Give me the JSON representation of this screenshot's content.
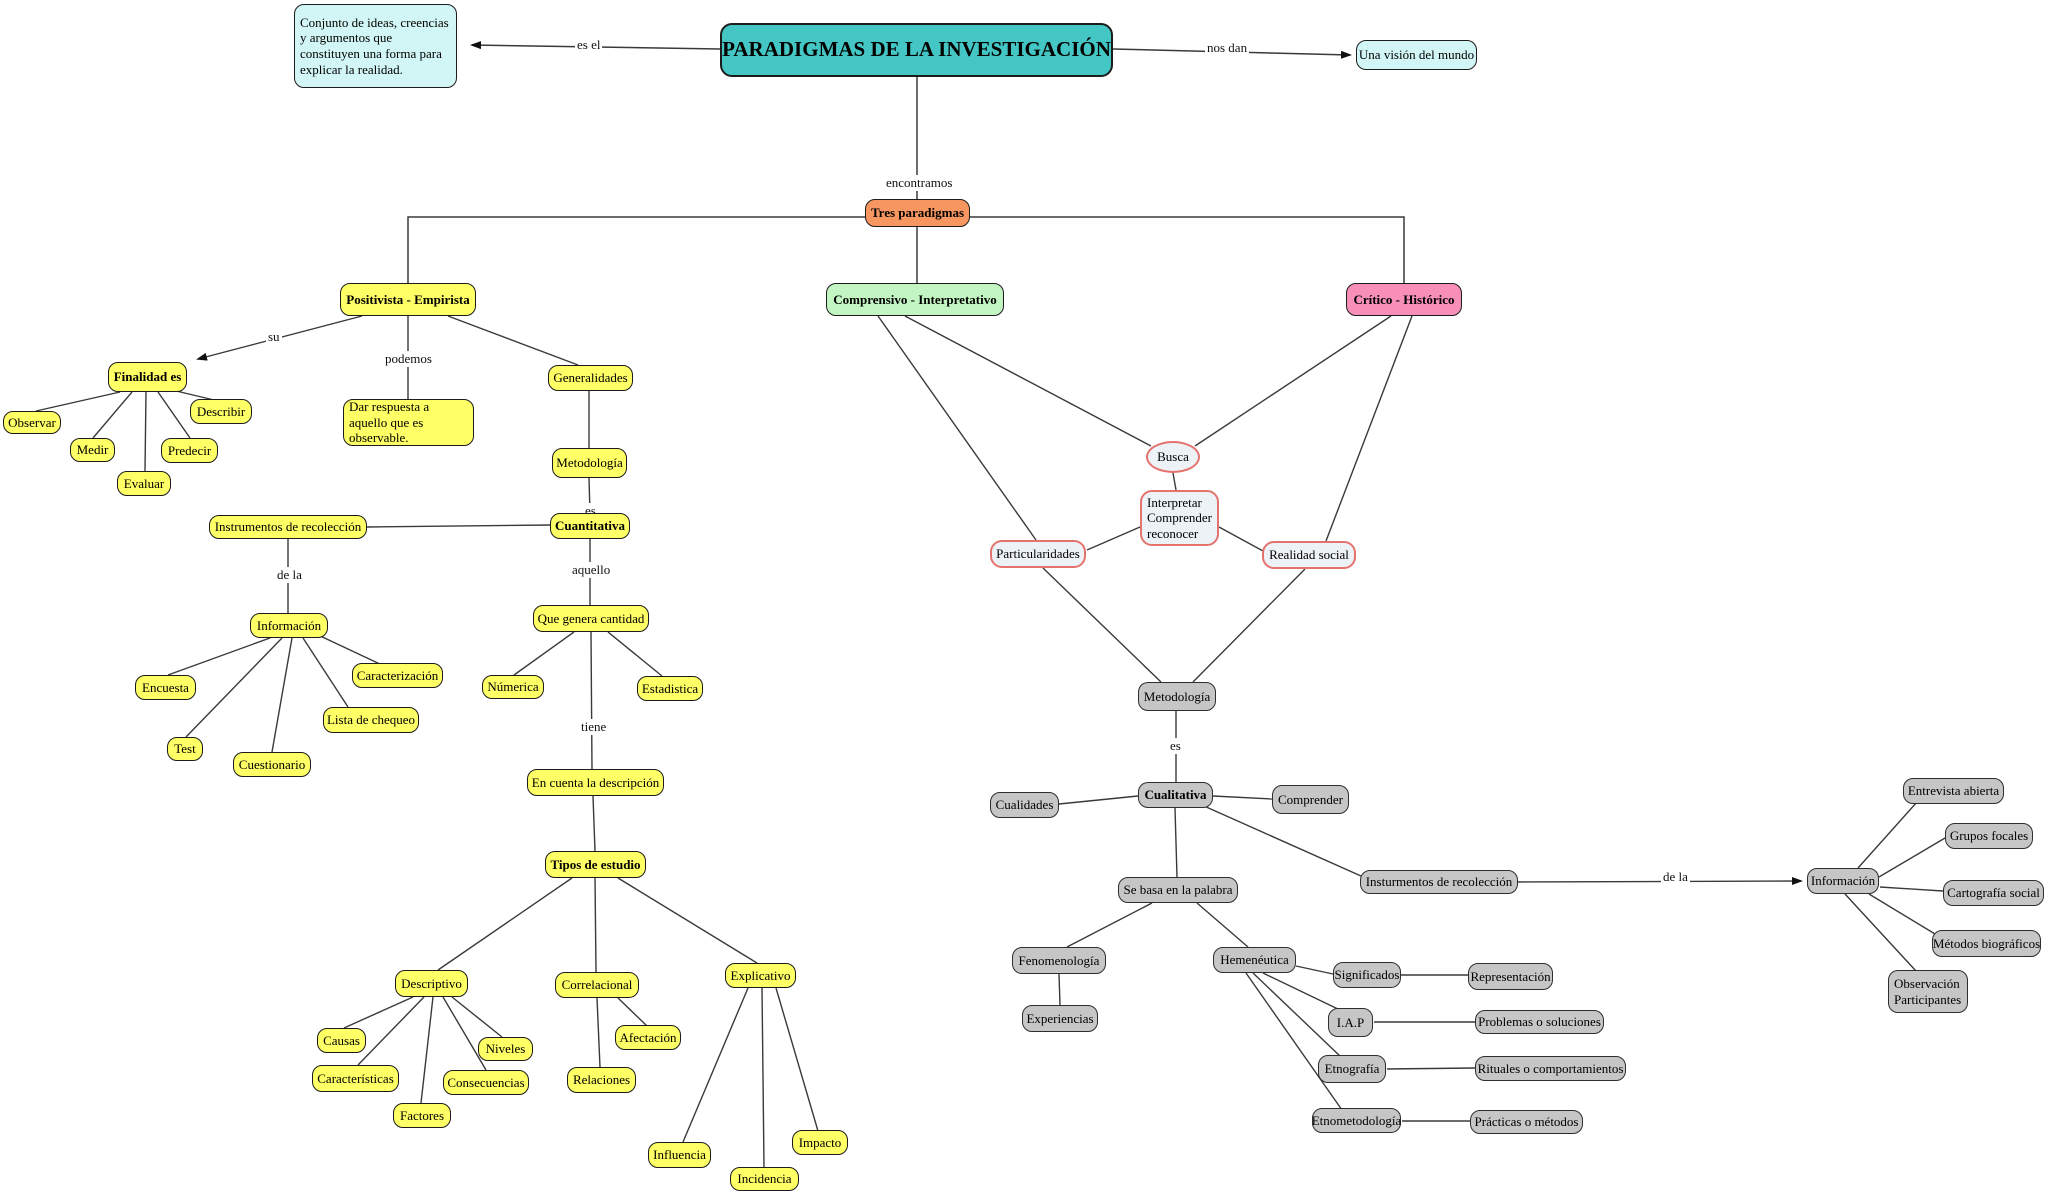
{
  "palette": {
    "teal": "#44C7C4",
    "pale_cyan": "#D2F6F6",
    "orange": "#F79660",
    "yellow": "#FFFF66",
    "green": "#C2F5C2",
    "pink": "#F88FB9",
    "gray": "#C6C6C6",
    "red_outline": "#E4736E",
    "red_outline_fill": "#EDF2F6"
  },
  "labels": {
    "es_el": "es el",
    "nos_dan": "nos dan",
    "encontramos": "encontramos",
    "su": "su",
    "podemos": "podemos",
    "es_generalidades": "es",
    "de_la_izq": "de la",
    "aquello": "aquello",
    "tiene": "tiene",
    "es_cualitativa": "es",
    "de_la_der": "de la"
  },
  "nodes": {
    "definicion": "Conjunto de ideas, creencias y argumentos que constituyen una forma para explicar la realidad.",
    "titulo": "PARADIGMAS DE LA INVESTIGACIÓN",
    "vision": "Una visión del mundo",
    "tres_paradigmas": "Tres paradigmas",
    "positivista": "Positivista - Empirista",
    "comprensivo": "Comprensivo - Interpretativo",
    "critico": "Crítico - Histórico",
    "finalidad": "Finalidad es",
    "observar": "Observar",
    "medir": "Medir",
    "evaluar": "Evaluar",
    "predecir": "Predecir",
    "describir": "Describir",
    "dar_respuesta": "Dar respuesta a aquello que es observable.",
    "generalidades": "Generalidades",
    "metodologia_amarilla": "Metodología",
    "cuantitativa": "Cuantitativa",
    "instrumentos": "Instrumentos de recolección",
    "informacion_izq": "Información",
    "encuesta": "Encuesta",
    "test": "Test",
    "cuestionario": "Cuestionario",
    "lista_chequeo": "Lista de chequeo",
    "caracterizacion": "Caracterización",
    "que_genera": "Que genera cantidad",
    "numerica": "Númerica",
    "estadistica": "Estadistica",
    "en_cuenta": "En cuenta la descripción",
    "tipos_estudio": "Tipos de estudio",
    "descriptivo": "Descriptivo",
    "causas": "Causas",
    "caracteristicas": "Características",
    "factores": "Factores",
    "consecuencias": "Consecuencias",
    "niveles": "Niveles",
    "correlacional": "Correlacional",
    "afectacion": "Afectación",
    "relaciones": "Relaciones",
    "explicativo": "Explicativo",
    "influencia": "Influencia",
    "incidencia": "Incidencia",
    "impacto": "Impacto",
    "busca": "Busca",
    "interpretar": "Interpretar\nComprender\nreconocer",
    "particularidades": "Particularidades",
    "realidad_social": "Realidad social",
    "metodologia_gris": "Metodología",
    "cualitativa": "Cualitativa",
    "cualidades": "Cualidades",
    "comprender": "Comprender",
    "se_basa": "Se basa en la palabra",
    "insturmentos": "Insturmentos de recolección",
    "fenomenologia": "Fenomenología",
    "experiencias": "Experiencias",
    "hemeneutica": "Hemenéutica",
    "significados": "Significados",
    "iap": "I.A.P",
    "etnografia": "Etnografía",
    "etnometodologia": "Etnometodología",
    "representacion": "Representación",
    "problemas": "Problemas o soluciones",
    "rituales": "Rituales o comportamientos",
    "practicas": "Prácticas o métodos",
    "informacion_der": "Información",
    "entrevista": "Entrevista abierta",
    "grupos": "Grupos focales",
    "cartografia": "Cartografía social",
    "metodos_bio": "Métodos biográficos",
    "observacion": "Observación\nParticipantes"
  }
}
